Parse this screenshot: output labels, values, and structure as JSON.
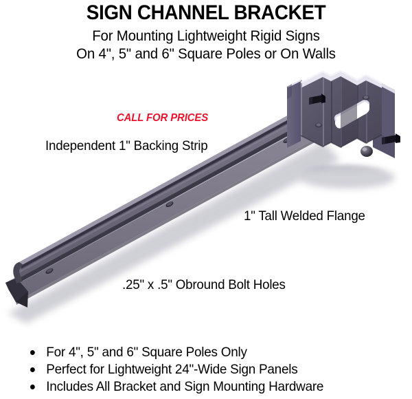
{
  "heading": {
    "title": "SIGN CHANNEL BRACKET",
    "subtitle_line1": "For Mounting Lightweight Rigid Signs",
    "subtitle_line2": "On 4\", 5\" and 6\" Square Poles or On Walls"
  },
  "callouts": {
    "price": "CALL FOR PRICES",
    "backing_strip": "Independent 1\" Backing Strip",
    "welded_flange": "1\" Tall Welded Flange",
    "bolt_holes": ".25\" x .5\" Obround Bolt Holes"
  },
  "bullets": [
    "For 4\", 5\" and 6\" Square Poles Only",
    "Perfect for Lightweight 24\"-Wide Sign Panels",
    "Includes All Bracket and Sign Mounting Hardware"
  ],
  "colors": {
    "background": "#ffffff",
    "text": "#000000",
    "price_red": "#e8142d",
    "metal_dark": "#4b4757",
    "metal_mid": "#6e6a7d",
    "metal_light": "#8f8b9c",
    "metal_highlight": "#c9c7db",
    "metal_face": "#7a7686",
    "bolt_dark": "#121014",
    "edge_white": "#f2f2f6",
    "shadow": "#b9b9c2"
  },
  "illustration": {
    "name": "sign-channel-bracket-3d-render",
    "parts": [
      "square-tube-arm",
      "backing-strip-channel",
      "obround-bolt-hole",
      "welded-flange",
      "pole-clamp-bracket",
      "clamp-bolt"
    ]
  }
}
